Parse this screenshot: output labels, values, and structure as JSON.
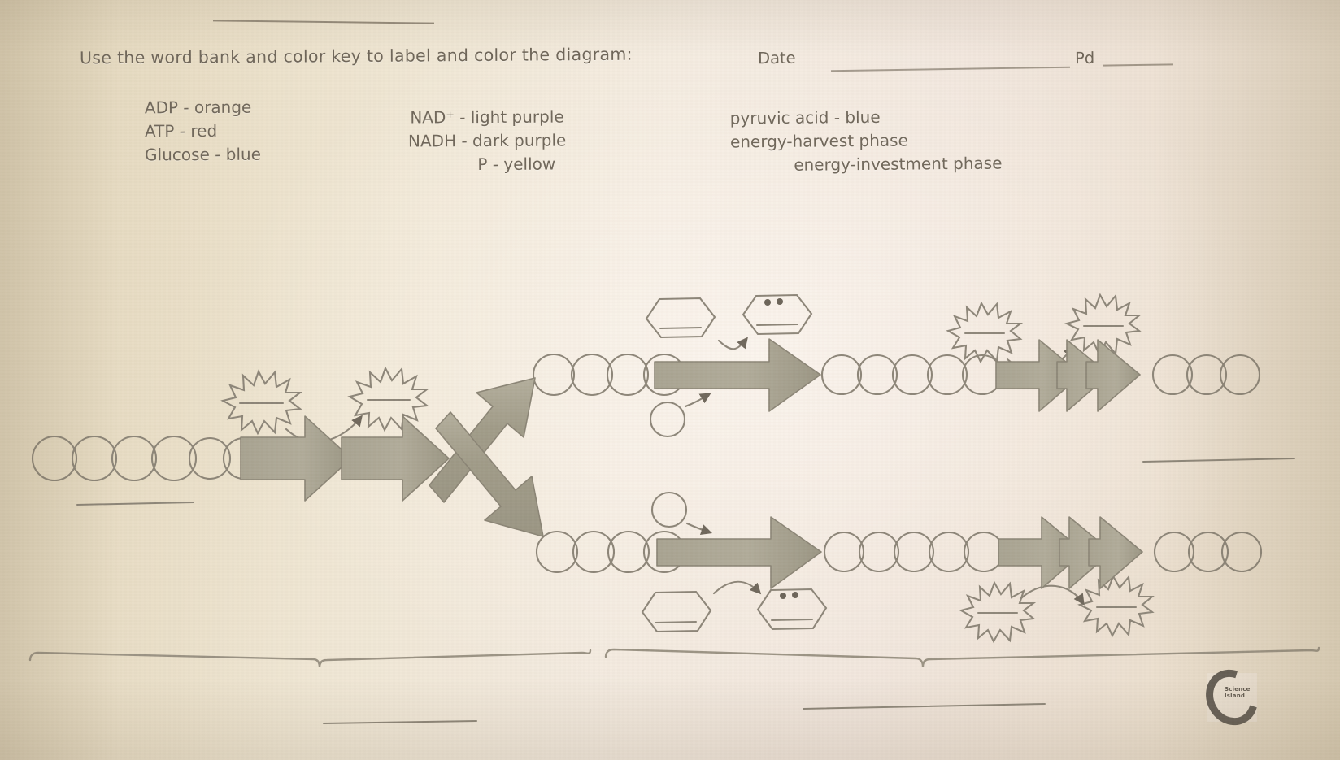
{
  "header": {
    "name_line": "",
    "instruction": "Use the word bank and color key to label and color the diagram:",
    "date_label": "Date",
    "date_value": "",
    "pd_label": "Pd",
    "pd_value": ""
  },
  "word_bank": {
    "column1": [
      "ADP - orange",
      "ATP - red",
      "Glucose - blue"
    ],
    "column2": [
      "NAD⁺ - light purple",
      "NADH - dark purple",
      "P - yellow"
    ],
    "column3": [
      "pyruvic acid - blue",
      "energy-harvest phase",
      "energy-investment phase"
    ]
  },
  "diagram": {
    "title": "glycolysis worksheet diagram",
    "glucose_chain": {
      "label": "glucose",
      "circle_count": 6,
      "answer_line": ""
    },
    "investment_atp": {
      "left_burst": {
        "shape": "starburst",
        "answer_line": ""
      },
      "right_burst": {
        "shape": "starburst",
        "answer_line": ""
      },
      "curved_arrow": "atp-to-adp-arrow"
    },
    "fork_arrow": "double-headed-fork-arrow",
    "top_branch": {
      "sugar_chain_circles": 4,
      "nad_hexagon": {
        "shape": "hexagon",
        "answer_line": ""
      },
      "nadh_hexagon": {
        "shape": "hexagon",
        "dots": 2,
        "answer_line": ""
      },
      "phosphate_circle": {
        "shape": "circle",
        "answer_line": ""
      },
      "mid_arrow": "block-arrow",
      "product_chain_circles": 5,
      "harvest_bursts": [
        {
          "shape": "starburst",
          "answer_line": ""
        },
        {
          "shape": "starburst",
          "answer_line": ""
        }
      ],
      "triple_arrow": "triple-block-arrow",
      "pyruvate_circles": 3
    },
    "bottom_branch": {
      "sugar_chain_circles": 4,
      "nad_hexagon": {
        "shape": "hexagon",
        "answer_line": ""
      },
      "nadh_hexagon": {
        "shape": "hexagon",
        "dots": 2,
        "answer_line": ""
      },
      "phosphate_circle": {
        "shape": "circle",
        "answer_line": ""
      },
      "mid_arrow": "block-arrow",
      "product_chain_circles": 5,
      "harvest_bursts": [
        {
          "shape": "starburst",
          "answer_line": ""
        },
        {
          "shape": "starburst",
          "answer_line": ""
        }
      ],
      "triple_arrow": "triple-block-arrow",
      "pyruvate_circles": 3
    },
    "right_answer_line": "",
    "phase_brackets": [
      {
        "name": "left-phase-bracket",
        "answer_line": ""
      },
      {
        "name": "right-phase-bracket",
        "answer_line": ""
      }
    ]
  },
  "watermark": {
    "logo_text": "Science Island"
  },
  "colors": {
    "paper": "#efe6d4",
    "ink": "#6b6258",
    "arrow_fill": "#a49f8e",
    "arrow_stroke": "#8a8475"
  }
}
